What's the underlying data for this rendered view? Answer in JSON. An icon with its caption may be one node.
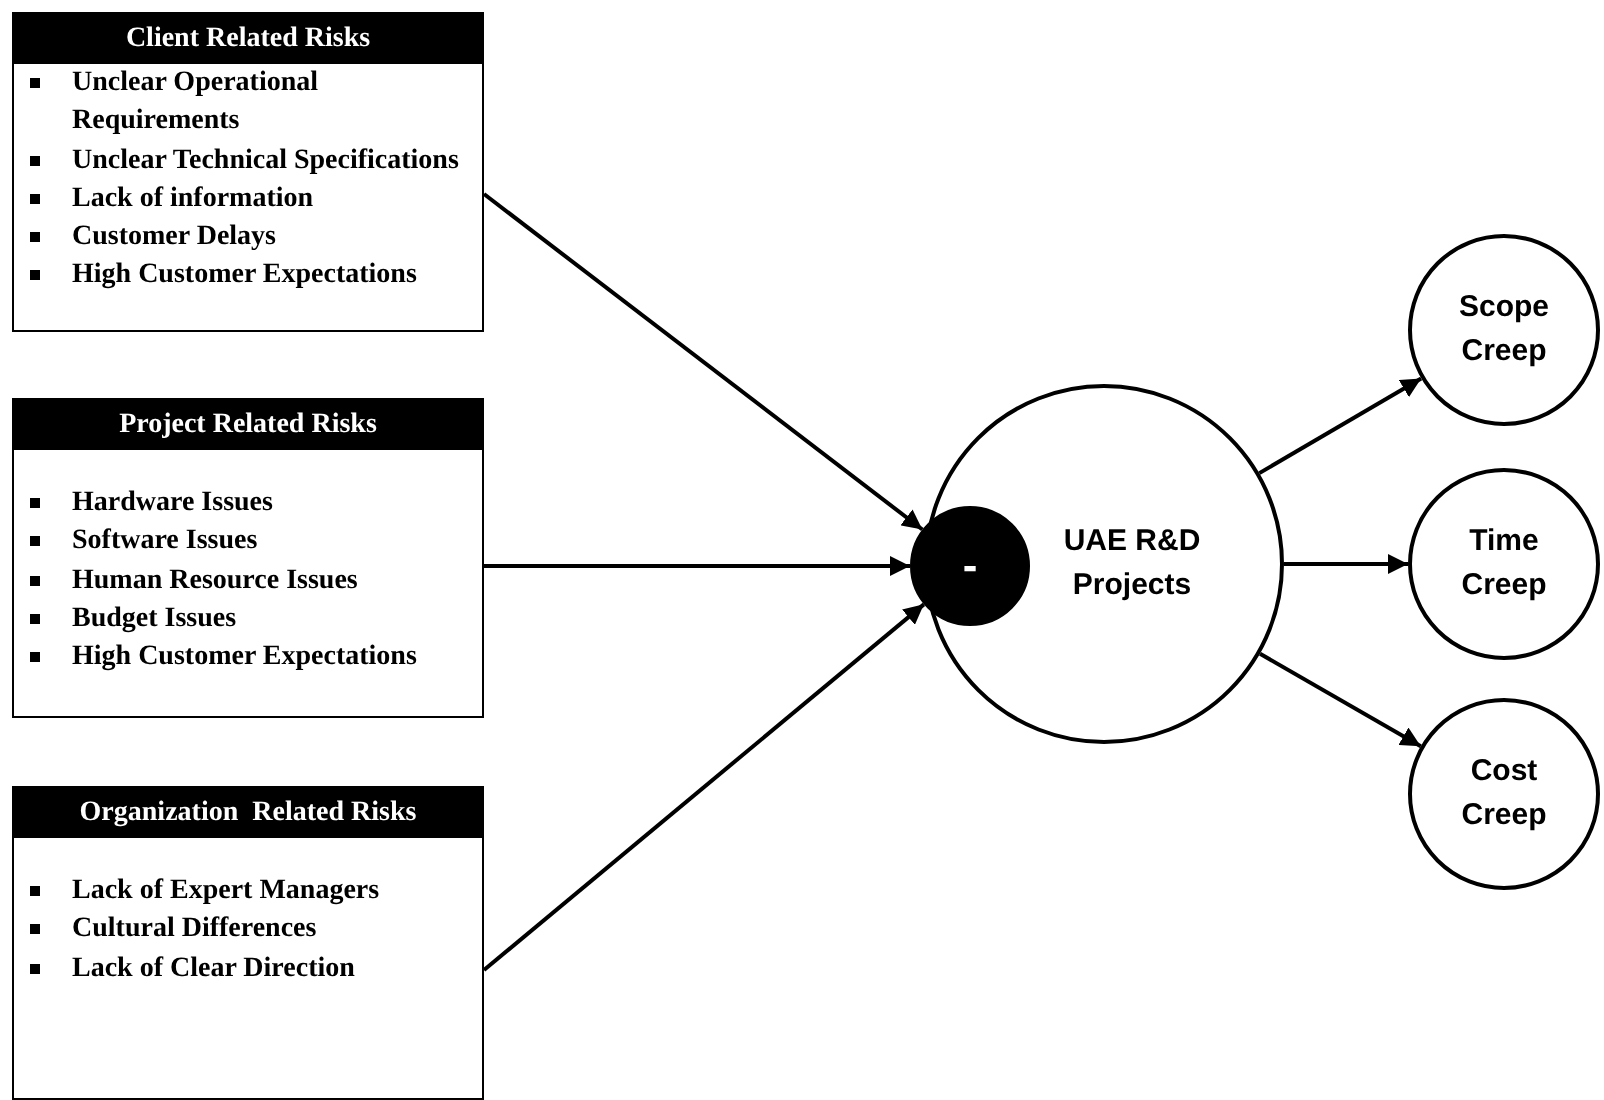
{
  "diagram": {
    "nodes": [
      {
        "text": [
          "Client Related Risks",
          "Unclear Operational Requirements",
          "Unclear Technical Specifications",
          "Lack of information",
          "Customer Delays",
          "High Customer Expectations"
        ]
      },
      {
        "text": [
          "Project Related Risks",
          "Hardware Issues",
          "Software Issues",
          "Human Resource Issues",
          "Budget Issues",
          "High Customer Expectations"
        ]
      },
      {
        "text": [
          "Organization  Related Risks",
          "Lack of Expert Managers",
          "Cultural Differences",
          "Lack of Clear Direction"
        ]
      },
      {
        "text": [
          "UAE R&D Projects"
        ]
      },
      {
        "text": [
          "-"
        ]
      },
      {
        "text": [
          "Scope Creep"
        ]
      },
      {
        "text": [
          "Time Creep"
        ]
      },
      {
        "text": [
          "Cost Creep"
        ]
      }
    ],
    "edges": [
      {
        "from": 0,
        "to": 4,
        "arrow": "to"
      },
      {
        "from": 1,
        "to": 4,
        "arrow": "to"
      },
      {
        "from": 2,
        "to": 4,
        "arrow": "to"
      },
      {
        "from": 3,
        "to": 5,
        "arrow": "to"
      },
      {
        "from": 3,
        "to": 6,
        "arrow": "to"
      },
      {
        "from": 3,
        "to": 7,
        "arrow": "to"
      }
    ]
  }
}
